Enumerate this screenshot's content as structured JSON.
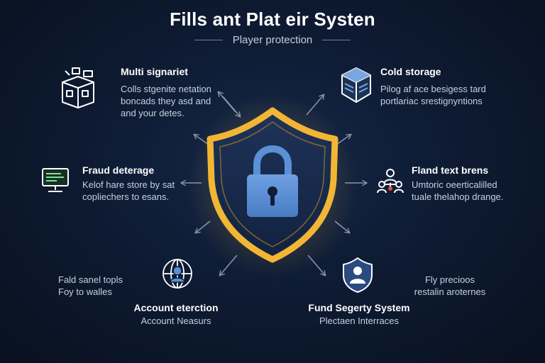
{
  "title": "Fills ant Plat eir Systen",
  "subtitle": "Player protection",
  "blocks": {
    "multi_sig": {
      "heading": "Multi signariet",
      "lines": [
        "Colls stgenite netation",
        "boncads they asd and",
        "and your detes."
      ]
    },
    "cold_storage": {
      "heading": "Cold storage",
      "lines": [
        "Pilog af ace besigess tard",
        "portlariac srestignyntions"
      ]
    },
    "fraud": {
      "heading": "Fraud deterage",
      "lines": [
        "Kelof hare store by sat",
        "copliechers to esans."
      ]
    },
    "fland": {
      "heading": "Fland text brens",
      "lines": [
        "Umtoric oeerticalilled",
        "tuale thelahop drange."
      ]
    },
    "fald": {
      "lines": [
        "Fald sanel topls",
        "Foy to walles"
      ]
    },
    "fly": {
      "lines": [
        "Fly precioos",
        "restalin aroternes"
      ]
    },
    "account": {
      "heading": "Account eterction",
      "lines": [
        "Account Neasurs"
      ]
    },
    "fund": {
      "heading": "Fund Segerty System",
      "lines": [
        "Plectaen Interraces"
      ]
    }
  },
  "icons": {
    "multi_sig": "building-blocks-icon",
    "cold_storage": "server-cube-icon",
    "fraud": "monitor-icon",
    "fland": "users-network-icon",
    "account": "user-globe-icon",
    "fund": "user-shield-icon",
    "center": "shield-lock-icon"
  },
  "colors": {
    "background": "#0b1526",
    "shield_gold": "#f2b634",
    "lock_blue": "#5b8fd6",
    "arrow": "#8592a8",
    "text_primary": "#ffffff",
    "text_secondary": "#c8d0dc"
  }
}
